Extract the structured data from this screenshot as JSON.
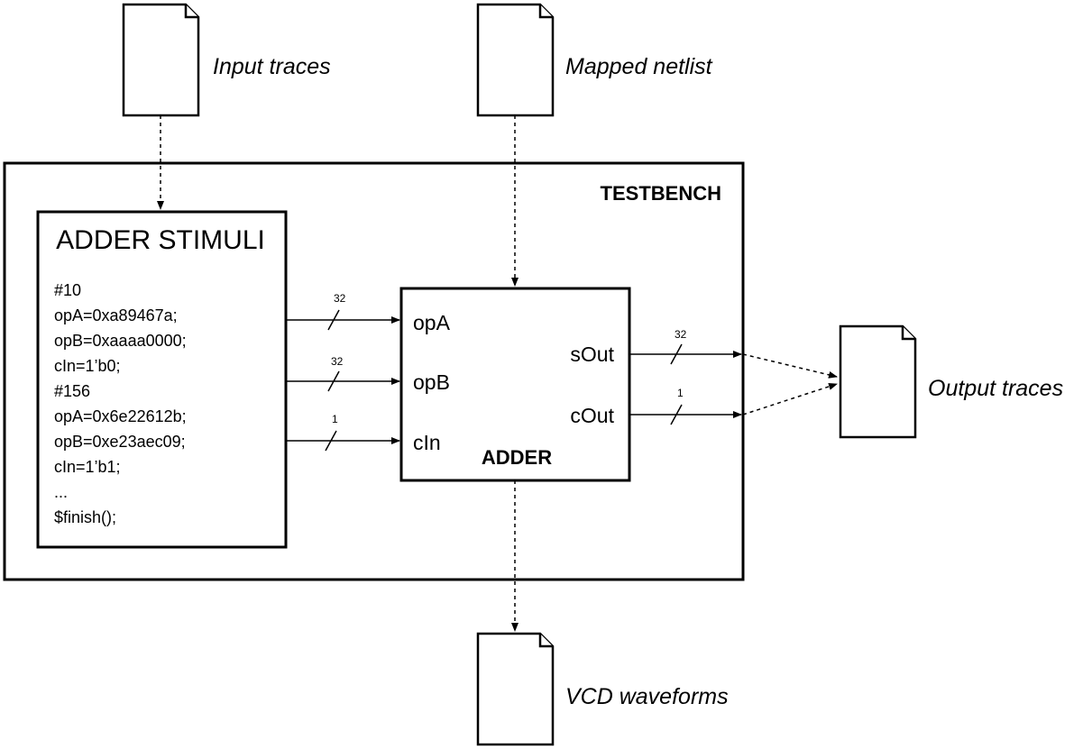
{
  "files": {
    "input_traces": "Input traces",
    "mapped_netlist": "Mapped netlist",
    "output_traces": "Output traces",
    "vcd_waveforms": "VCD waveforms"
  },
  "testbench": {
    "label": "TESTBENCH"
  },
  "stimuli": {
    "title": "ADDER STIMULI",
    "lines": [
      "#10",
      "opA=0xa89467a;",
      "opB=0xaaaa0000;",
      "cIn=1’b0;",
      "#156",
      "opA=0x6e22612b;",
      "opB=0xe23aec09;",
      "cIn=1’b1;",
      "...",
      "$finish();"
    ]
  },
  "adder": {
    "label": "ADDER",
    "inputs": [
      {
        "name": "opA",
        "width": "32"
      },
      {
        "name": "opB",
        "width": "32"
      },
      {
        "name": "cIn",
        "width": "1"
      }
    ],
    "outputs": [
      {
        "name": "sOut",
        "width": "32"
      },
      {
        "name": "cOut",
        "width": "1"
      }
    ]
  }
}
